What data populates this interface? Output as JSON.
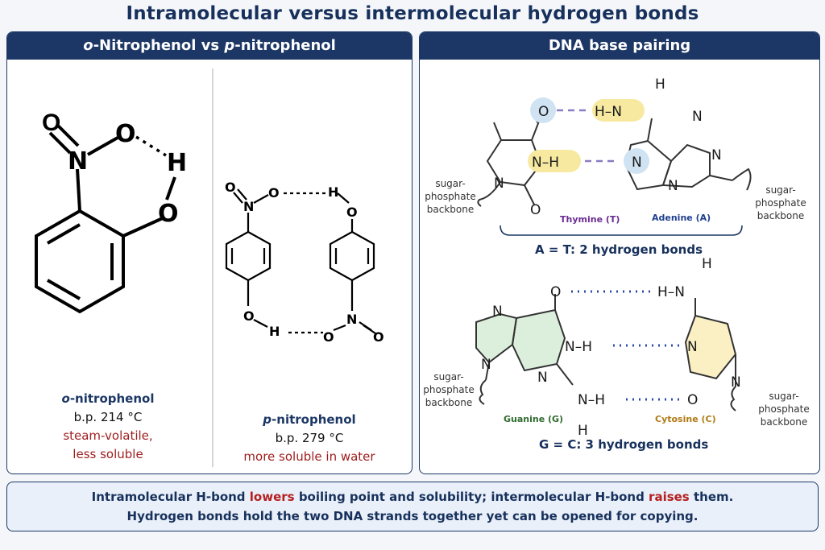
{
  "title": "Intramolecular versus intermolecular hydrogen bonds",
  "left_panel": {
    "heading_prefix": "o",
    "heading_rest": "-Nitrophenol vs ",
    "heading_prefix2": "p",
    "heading_rest2": "-nitrophenol",
    "ortho": {
      "name_prefix": "o",
      "name_rest": "-nitrophenol",
      "bp": "b.p. 214 °C",
      "note1": "steam-volatile,",
      "note2": "less soluble",
      "atoms": {
        "o_double": "O",
        "n": "N",
        "o_single": "O",
        "h": "H",
        "o_phenol": "O"
      }
    },
    "para": {
      "name_prefix": "p",
      "name_rest": "-nitrophenol",
      "bp": "b.p. 279 °C",
      "note": "more soluble in water",
      "atoms": {
        "o": "O",
        "n": "N",
        "h": "H"
      }
    }
  },
  "right_panel": {
    "heading": "DNA base pairing",
    "at": {
      "base1": "Thymine (T)",
      "base2": "Adenine (A)",
      "summary": "A = T:  2  hydrogen bonds",
      "backbone_left": [
        "sugar-",
        "phosphate",
        "backbone"
      ],
      "backbone_right": [
        "sugar-",
        "phosphate",
        "backbone"
      ],
      "atoms": {
        "o": "O",
        "h": "H",
        "n": "N",
        "nh": "N–H",
        "hn": "H–N"
      }
    },
    "gc": {
      "base1": "Guanine (G)",
      "base2": "Cytosine (C)",
      "summary": "G = C:  3  hydrogen bonds",
      "backbone_left": [
        "sugar-",
        "phosphate",
        "backbone"
      ],
      "backbone_right": [
        "sugar-",
        "phosphate",
        "backbone"
      ],
      "atoms": {
        "o": "O",
        "h": "H",
        "n": "N",
        "nh": "N–H",
        "hn": "H–N"
      }
    }
  },
  "footer": {
    "line1_a": "Intramolecular H-bond ",
    "line1_b": "lowers",
    "line1_c": " boiling point and solubility; intermolecular H-bond ",
    "line1_d": "raises",
    "line1_e": " them.",
    "line2": "Hydrogen bonds hold the two DNA strands together yet can be opened for copying."
  },
  "colors": {
    "navy": "#1c3765",
    "red": "#b51f1f",
    "hbond": "#2b4aa8",
    "blue_atom": "#cfe3f3",
    "yellow_atom": "#f7eaa0",
    "green_ring": "#dcefdc",
    "yellow_ring": "#fbf0c4"
  }
}
